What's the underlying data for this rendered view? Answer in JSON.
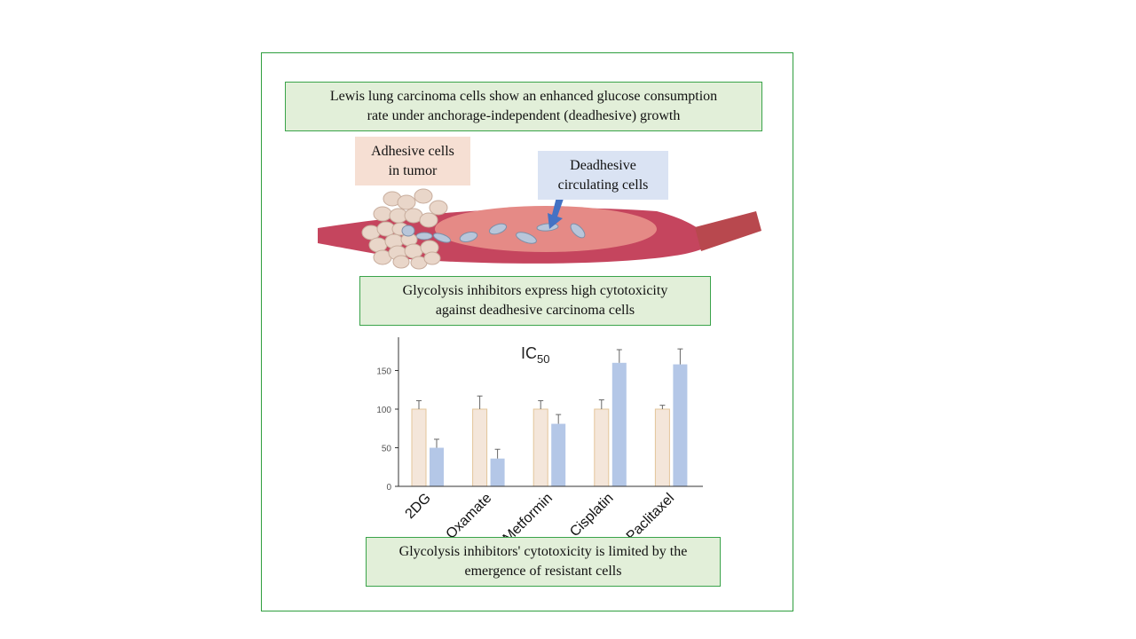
{
  "top_box": {
    "text": "Lewis lung carcinoma cells show an enhanced glucose consumption\nrate under anchorage-independent (deadhesive) growth"
  },
  "adhesive_label": {
    "text": "Adhesive cells\nin tumor"
  },
  "deadhesive_label": {
    "text": "Deadhesive\ncirculating cells"
  },
  "middle_box": {
    "text": "Glycolysis inhibitors express high cytotoxicity\nagainst deadhesive carcinoma cells"
  },
  "bottom_box": {
    "text": "Glycolysis inhibitors' cytotoxicity is limited  by the\nemergence of resistant cells"
  },
  "colors": {
    "frame": "#2e9e3e",
    "box_fill": "#e2efd9",
    "adhesive_bar": "#f4e6da",
    "deadhesive_bar": "#b4c7e7",
    "vessel": "#c5455e",
    "vessel_lumen": "#e58a86",
    "arrow": "#4472c4"
  },
  "chart_data": {
    "type": "bar",
    "title_main": "IC",
    "title_sub": "50",
    "categories": [
      "2DG",
      "Oxamate",
      "Metformin",
      "Cisplatin",
      "Paclitaxel"
    ],
    "series": [
      {
        "values": [
          100,
          100,
          100,
          100,
          100
        ],
        "errors": [
          11,
          17,
          11,
          12,
          5
        ]
      },
      {
        "values": [
          50,
          36,
          81,
          160,
          158
        ],
        "errors": [
          11,
          12,
          12,
          17,
          20
        ]
      }
    ],
    "yticks": [
      0,
      50,
      100,
      150
    ],
    "ylim": [
      0,
      180
    ]
  }
}
